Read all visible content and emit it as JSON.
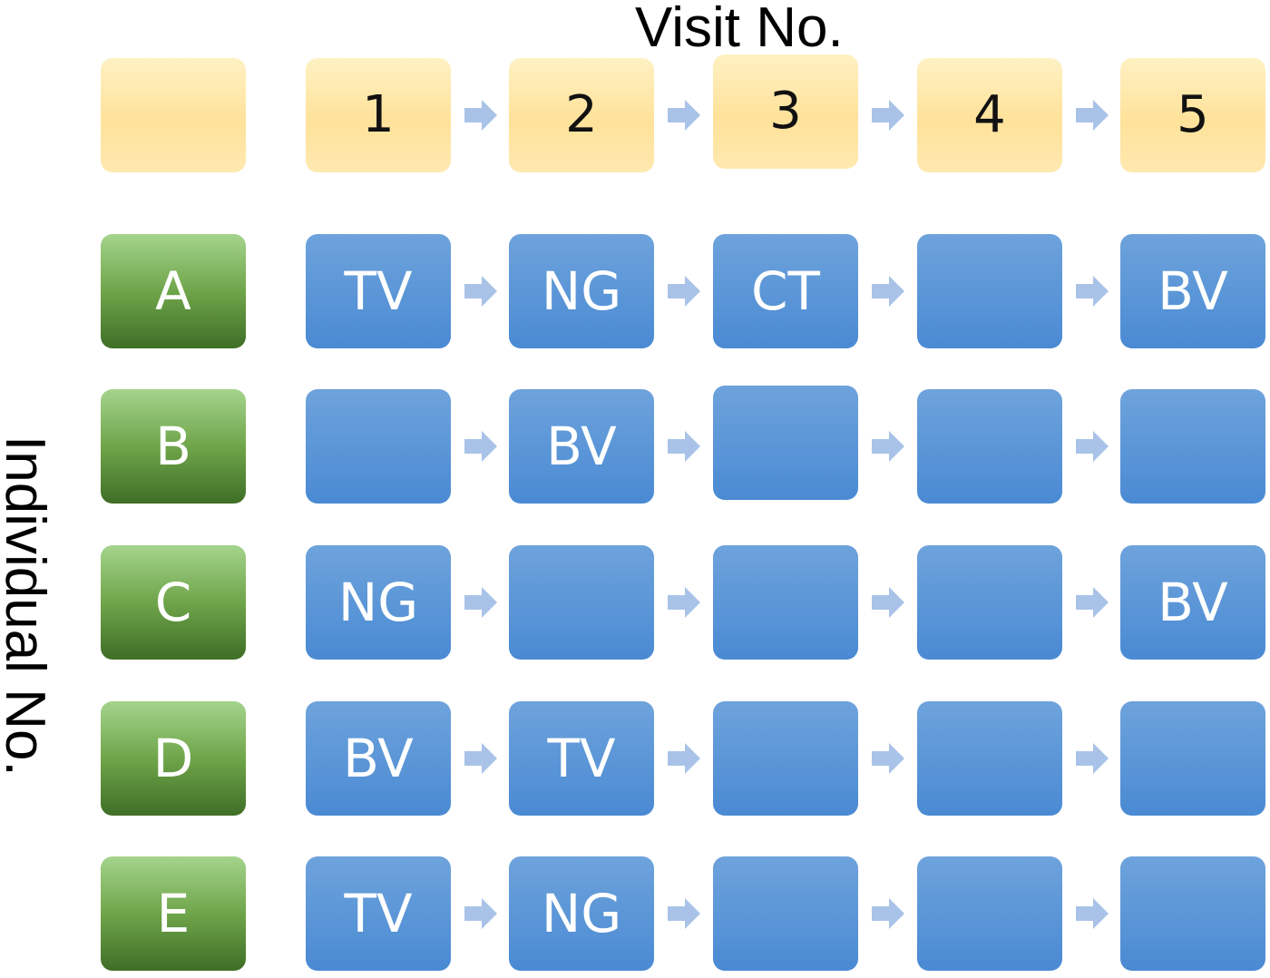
{
  "axis": {
    "visit_title": "Visit No.",
    "individual_title": "Individual No."
  },
  "visits": [
    "1",
    "2",
    "3",
    "4",
    "5"
  ],
  "individuals": [
    {
      "label": "A",
      "cells": [
        "TV",
        "NG",
        "CT",
        "",
        "BV"
      ]
    },
    {
      "label": "B",
      "cells": [
        "",
        "BV",
        "",
        "",
        ""
      ]
    },
    {
      "label": "C",
      "cells": [
        "NG",
        "",
        "",
        "",
        "BV"
      ]
    },
    {
      "label": "D",
      "cells": [
        "BV",
        "TV",
        "",
        "",
        ""
      ]
    },
    {
      "label": "E",
      "cells": [
        "TV",
        "NG",
        "",
        "",
        ""
      ]
    }
  ],
  "colors": {
    "visit_fill": "#ffe29a",
    "individual_fill": "#6fa54a",
    "cell_fill": "#4a8ad3",
    "arrow_fill": "#a9c3e8"
  }
}
